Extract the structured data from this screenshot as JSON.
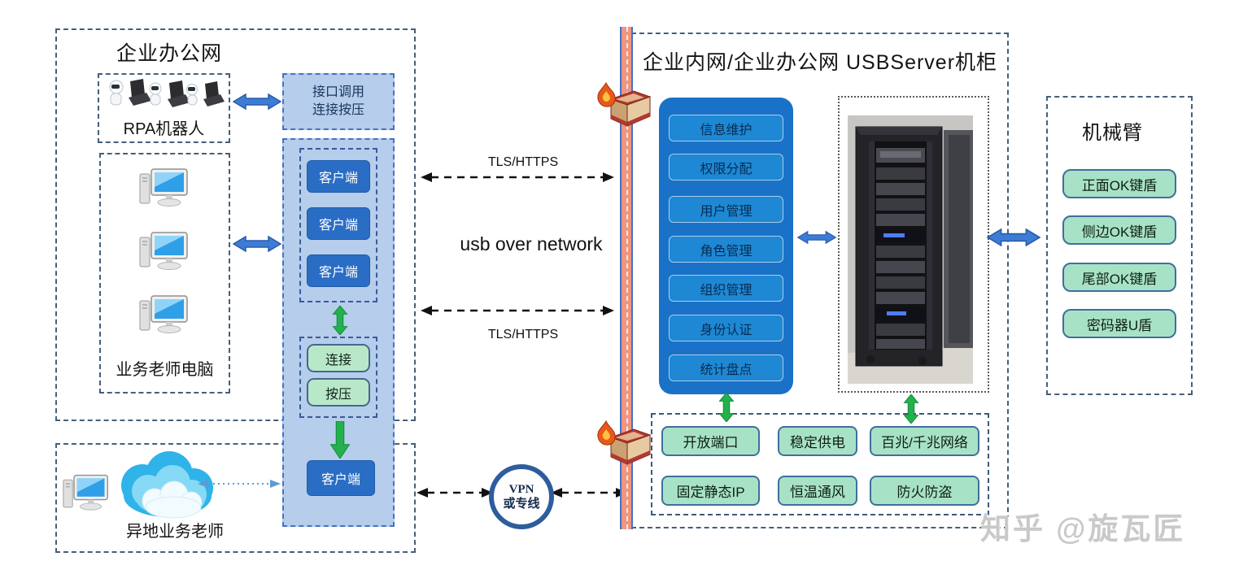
{
  "left_region": {
    "title": "企业办公网",
    "rpa_label": "RPA机器人",
    "teachers_label": "业务老师电脑",
    "api_line1": "接口调用",
    "api_line2": "连接按压",
    "clients": [
      "客户端",
      "客户端",
      "客户端"
    ],
    "connect": "连接",
    "press": "按压",
    "bottom_client": "客户端"
  },
  "remote_region": {
    "label": "异地业务老师"
  },
  "middle": {
    "tls_top": "TLS/HTTPS",
    "usb": "usb over network",
    "tls_bottom": "TLS/HTTPS",
    "vpn_line1": "VPN",
    "vpn_line2": "或专线"
  },
  "right_region": {
    "title_network": "企业内网/企业办公网",
    "title_cabinet": "USBServer机柜",
    "panel_buttons": [
      "信息维护",
      "权限分配",
      "用户管理",
      "角色管理",
      "组织管理",
      "身份认证",
      "统计盘点"
    ],
    "env_row1": [
      "开放端口",
      "稳定供电",
      "百兆/千兆网络"
    ],
    "env_row2": [
      "固定静态IP",
      "恒温通风",
      "防火防盗"
    ]
  },
  "arm_region": {
    "title": "机械臂",
    "buttons": [
      "正面OK键盾",
      "侧边OK键盾",
      "尾部OK键盾",
      "密码器U盾"
    ]
  },
  "watermark": "知乎 @旋瓦匠",
  "colors": {
    "accent_blue": "#4472c4",
    "light_blue_fill": "#b6cdeb",
    "dark_blue_button": "#2a6dc4",
    "panel_blue": "#1a72c8",
    "panel_button_blue": "#1e88d4",
    "green_fill": "#a8e2c6",
    "green_arrow": "#22b14c",
    "firewall_salmon": "#ef9580"
  }
}
